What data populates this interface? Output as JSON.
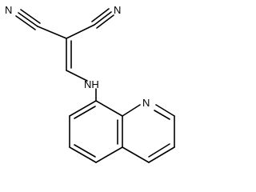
{
  "diagram": {
    "labels": {
      "n_nitrile_left": "N",
      "n_nitrile_right": "N",
      "nh_amine": "NH",
      "n_quinoline": "N"
    }
  }
}
